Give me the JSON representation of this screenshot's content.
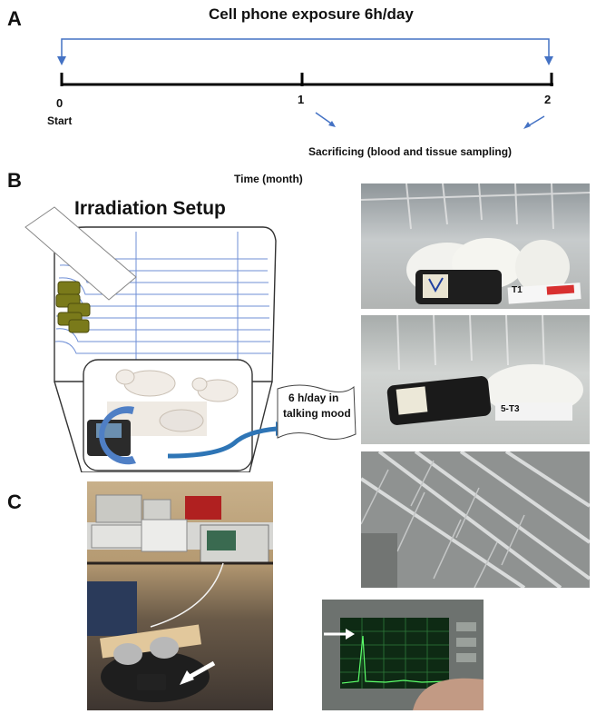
{
  "panel_a": {
    "letter": "A",
    "title": "Cell phone exposure 6h/day",
    "ticks": [
      "0",
      "1",
      "2"
    ],
    "start_label": "Start",
    "sacrifice_label": "Sacrificing (blood and tissue sampling)",
    "axis_label": "Time (month)"
  },
  "panel_b": {
    "letter": "B",
    "setup_title": "Irradiation Setup",
    "note_line1": "6 h/day in",
    "note_line2": "talking mood",
    "label_t1": "T1",
    "label_t3": "5-T3"
  },
  "panel_c": {
    "letter": "C"
  },
  "colors": {
    "arrow_blue": "#4472c4",
    "thick_arrow_blue": "#2e75b6",
    "cage_line": "#6f8fd6",
    "phone_holder": "#7a7a1a",
    "white_arrow": "#ffffff"
  }
}
